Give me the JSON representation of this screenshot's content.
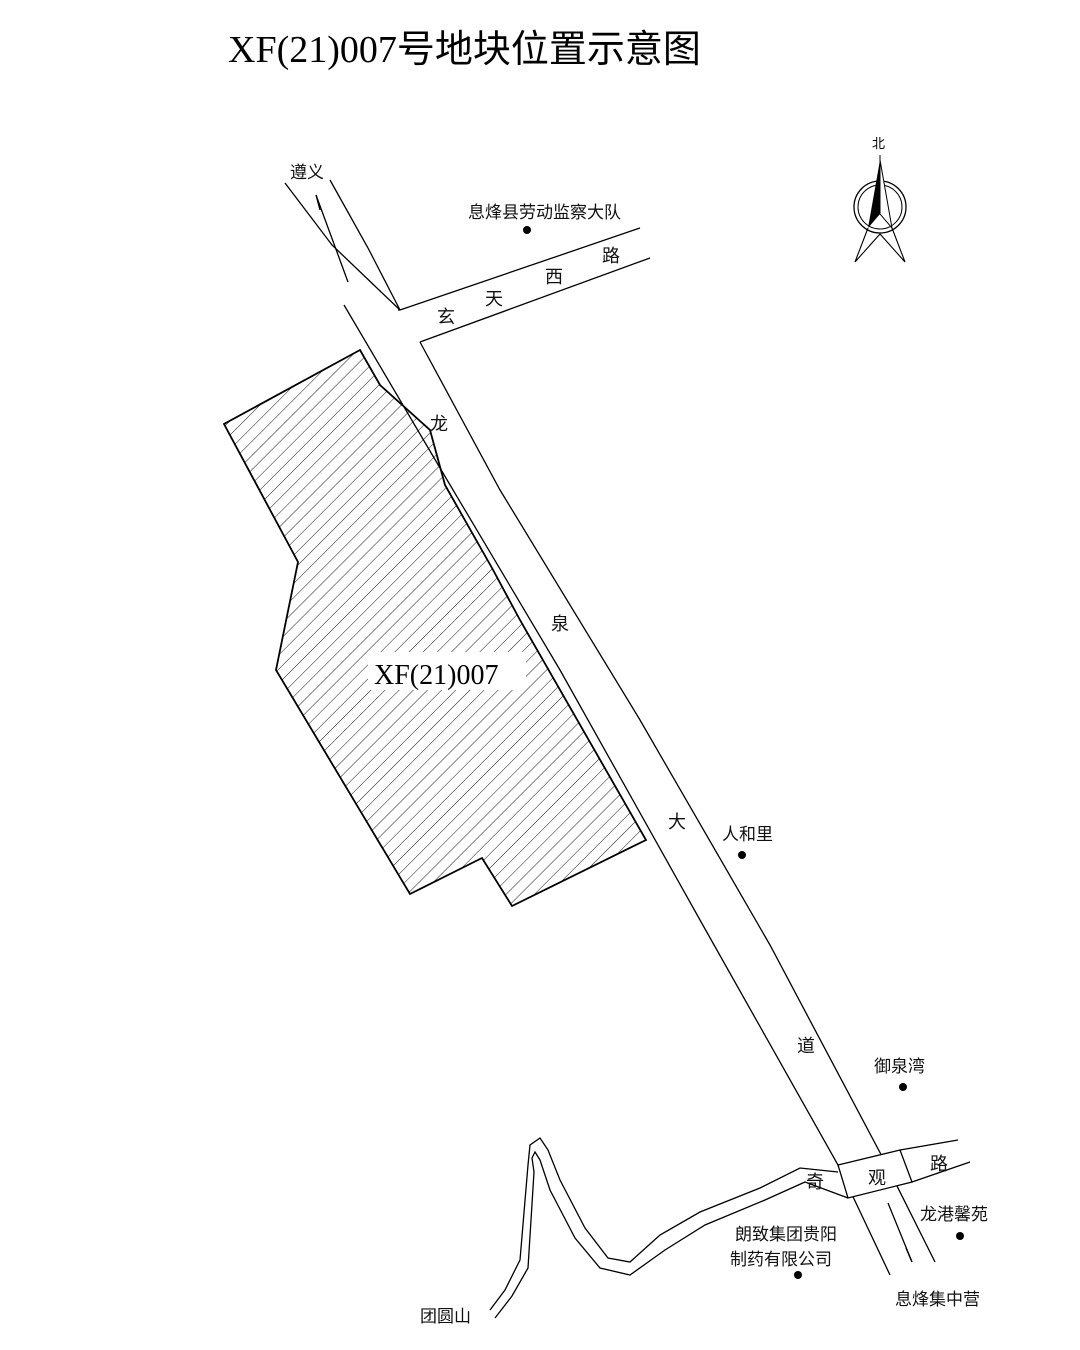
{
  "title": "XF(21)007号地块位置示意图",
  "north_label": "北",
  "plot_label": "XF(21)007",
  "places": {
    "zunyi": "遵义",
    "labor_brigade": "息烽县劳动监察大队",
    "renheli": "人和里",
    "yuquanwan": "御泉湾",
    "longgang": "龙港馨苑",
    "langzhi_line1": "朗致集团贵阳",
    "langzhi_line2": "制药有限公司",
    "tuanyuanshan": "团圆山",
    "jizhongying": "息烽集中营"
  },
  "roads": {
    "xuantian": [
      "玄",
      "天",
      "西",
      "路"
    ],
    "longquan": [
      "龙",
      "泉",
      "大",
      "道"
    ],
    "qiguan": [
      "奇",
      "观",
      "路"
    ]
  },
  "colors": {
    "ink": "#000000",
    "background": "#ffffff"
  }
}
